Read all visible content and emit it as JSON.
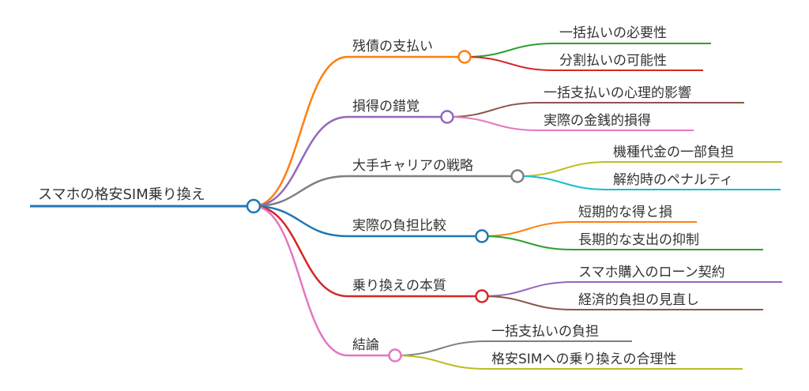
{
  "root": {
    "label": "スマホの格安SIM乗り換え",
    "color": "#1f77b4"
  },
  "branches": [
    {
      "label": "残債の支払い",
      "color": "#ff7f0e",
      "children": [
        {
          "label": "一括払いの必要性",
          "color": "#2ca02c"
        },
        {
          "label": "分割払いの可能性",
          "color": "#d62728"
        }
      ]
    },
    {
      "label": "損得の錯覚",
      "color": "#9467bd",
      "children": [
        {
          "label": "一括支払いの心理的影響",
          "color": "#8c564b"
        },
        {
          "label": "実際の金銭的損得",
          "color": "#e377c2"
        }
      ]
    },
    {
      "label": "大手キャリアの戦略",
      "color": "#7f7f7f",
      "children": [
        {
          "label": "機種代金の一部負担",
          "color": "#bcbd22"
        },
        {
          "label": "解約時のペナルティ",
          "color": "#17becf"
        }
      ]
    },
    {
      "label": "実際の負担比較",
      "color": "#1f77b4",
      "children": [
        {
          "label": "短期的な得と損",
          "color": "#ff7f0e"
        },
        {
          "label": "長期的な支出の抑制",
          "color": "#2ca02c"
        }
      ]
    },
    {
      "label": "乗り換えの本質",
      "color": "#d62728",
      "children": [
        {
          "label": "スマホ購入のローン契約",
          "color": "#9467bd"
        },
        {
          "label": "経済的負担の見直し",
          "color": "#8c564b"
        }
      ]
    },
    {
      "label": "結論",
      "color": "#e377c2",
      "children": [
        {
          "label": "一括支払いの負担",
          "color": "#7f7f7f"
        },
        {
          "label": "格安SIMへの乗り換えの合理性",
          "color": "#bcbd22"
        }
      ]
    }
  ]
}
